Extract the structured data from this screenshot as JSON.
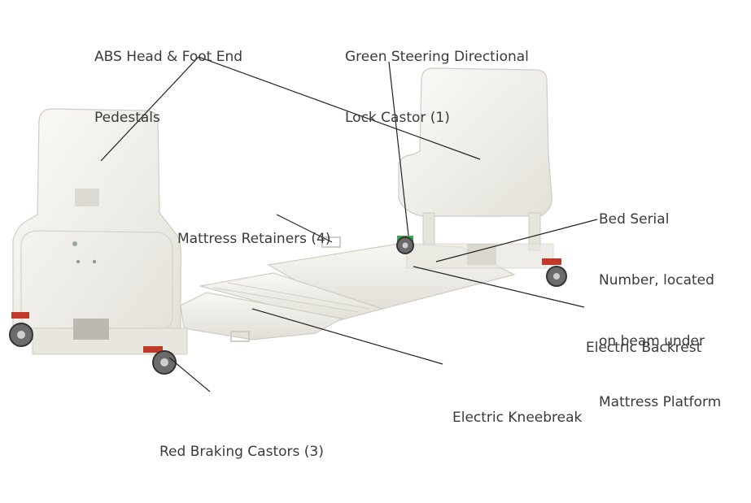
{
  "labels": {
    "pedestals": [
      "ABS Head & Foot End",
      "Pedestals"
    ],
    "steering": [
      "Green Steering Directional",
      "Lock Castor (1)"
    ],
    "serial": [
      "Bed Serial",
      "Number, located",
      "on beam under",
      "Mattress Platform"
    ],
    "retainers": "Mattress Retainers (4)",
    "backrest": "Electric Backrest",
    "kneebreak": "Electric Kneebreak",
    "braking": "Red Braking Castors (3)"
  },
  "colors": {
    "text": "#3a3a3a",
    "leader": "#222222",
    "bed_body": "#f1efea",
    "bed_shadow": "#d9d6cf",
    "castor_brake": "#c0392b",
    "castor_steer": "#3fa34d",
    "wheel": "#6b6b6b"
  }
}
